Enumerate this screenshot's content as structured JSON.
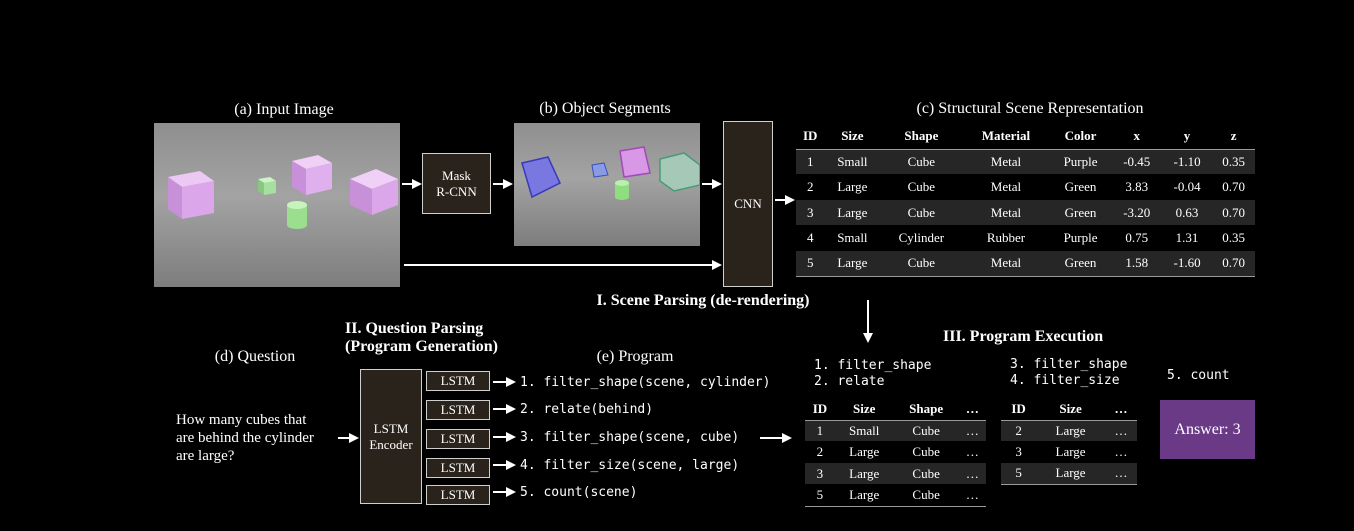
{
  "captions": {
    "input_image": "(a) Input Image",
    "object_segments": "(b) Object Segments",
    "scene_repr": "(c) Structural Scene Representation",
    "question": "(d) Question",
    "program": "(e) Program"
  },
  "stages": {
    "scene_parsing": "I. Scene Parsing (de-rendering)",
    "question_parsing_1": "II.  Question Parsing",
    "question_parsing_2": "(Program Generation)",
    "program_execution": "III.  Program Execution"
  },
  "modules": {
    "mask_rcnn_1": "Mask",
    "mask_rcnn_2": "R-CNN",
    "cnn": "CNN",
    "lstm_encoder_1": "LSTM",
    "lstm_encoder_2": "Encoder",
    "lstm": "LSTM"
  },
  "question_text": {
    "line1": "How many cubes that",
    "line2": "are behind the cylinder",
    "line3": "are large?"
  },
  "scene_table": {
    "headers": [
      "ID",
      "Size",
      "Shape",
      "Material",
      "Color",
      "x",
      "y",
      "z"
    ],
    "rows": [
      [
        "1",
        "Small",
        "Cube",
        "Metal",
        "Purple",
        "-0.45",
        "-1.10",
        "0.35"
      ],
      [
        "2",
        "Large",
        "Cube",
        "Metal",
        "Green",
        "3.83",
        "-0.04",
        "0.70"
      ],
      [
        "3",
        "Large",
        "Cube",
        "Metal",
        "Green",
        "-3.20",
        "0.63",
        "0.70"
      ],
      [
        "4",
        "Small",
        "Cylinder",
        "Rubber",
        "Purple",
        "0.75",
        "1.31",
        "0.35"
      ],
      [
        "5",
        "Large",
        "Cube",
        "Metal",
        "Green",
        "1.58",
        "-1.60",
        "0.70"
      ]
    ]
  },
  "program": [
    "1. filter_shape(scene, cylinder)",
    "2. relate(behind)",
    "3. filter_shape(scene, cube)",
    "4. filter_size(scene, large)",
    "5. count(scene)"
  ],
  "execution": {
    "step_a_1": "1. filter_shape",
    "step_a_2": "2. relate",
    "step_b_1": "3. filter_shape",
    "step_b_2": "4. filter_size",
    "step_c": "5. count",
    "table_a": {
      "headers": [
        "ID",
        "Size",
        "Shape",
        "…"
      ],
      "rows": [
        [
          "1",
          "Small",
          "Cube",
          "…"
        ],
        [
          "2",
          "Large",
          "Cube",
          "…"
        ],
        [
          "3",
          "Large",
          "Cube",
          "…"
        ],
        [
          "5",
          "Large",
          "Cube",
          "…"
        ]
      ]
    },
    "table_b": {
      "headers": [
        "ID",
        "Size",
        "…"
      ],
      "rows": [
        [
          "2",
          "Large",
          "…"
        ],
        [
          "3",
          "Large",
          "…"
        ],
        [
          "5",
          "Large",
          "…"
        ]
      ]
    },
    "answer": "Answer: 3"
  },
  "colors": {
    "module_fill": "#2a231c",
    "answer_fill": "#6a3a86",
    "cube_purple": "#d9a8e8",
    "cube_green": "#a8e8a0",
    "seg_blue": "#6f6fd8"
  }
}
